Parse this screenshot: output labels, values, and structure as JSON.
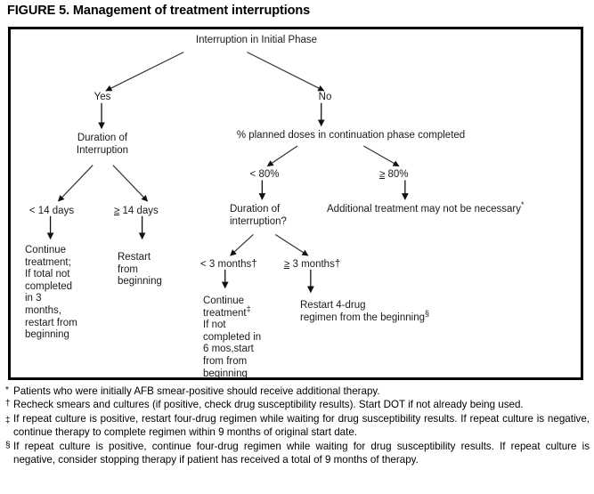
{
  "title": "FIGURE 5. Management of treatment interruptions",
  "flow": {
    "root": "Interruption in Initial Phase",
    "branch_yes": "Yes",
    "branch_no": "No",
    "left": {
      "decision": "Duration of\nInterruption",
      "opt_lt14": "< 14 days",
      "opt_ge14_sym": "≥",
      "opt_ge14": "14 days",
      "leaf_lt14": "Continue\ntreatment;\nIf total not\ncompleted\nin 3\nmonths,\nrestart from\nbeginning",
      "leaf_ge14": "Restart\nfrom\nbeginning"
    },
    "right": {
      "decision": "% planned doses in continuation phase completed",
      "opt_lt80": "< 80%",
      "opt_ge80_sym": "≥",
      "opt_ge80": "80%",
      "leaf_ge80": "Additional treatment may not be necessary",
      "leaf_ge80_mark": "*",
      "sub_decision": "Duration of\ninterruption?",
      "opt_lt3": "< 3 months",
      "opt_lt3_mark": "†",
      "opt_ge3_sym": "≥",
      "opt_ge3": "3 months",
      "opt_ge3_mark": "†",
      "leaf_lt3_a": "Continue",
      "leaf_lt3_b": "treatment",
      "leaf_lt3_mark": "‡",
      "leaf_lt3_c": "If not\ncompleted in\n6 mos,start\nfrom from\nbeginning",
      "leaf_ge3": "Restart 4-drug\nregimen from the beginning",
      "leaf_ge3_mark": "§"
    }
  },
  "footnotes": [
    {
      "mark": "*",
      "text": "Patients who were initially AFB smear-positive should receive additional therapy."
    },
    {
      "mark": "†",
      "text": "Recheck smears and cultures (if positive, check drug susceptibility results). Start DOT if not already being used."
    },
    {
      "mark": "‡",
      "text": "If repeat culture is positive, restart four-drug regimen while waiting for drug susceptibility results. If repeat culture is negative, continue therapy to complete regimen within 9 months of original start date."
    },
    {
      "mark": "§",
      "text": "If repeat culture is positive, continue four-drug regimen while waiting for drug susceptibility results. If repeat culture is negative, consider stopping therapy if patient has received a total of 9 months of therapy."
    }
  ],
  "colors": {
    "ink": "#000000",
    "text": "#1a1a1a",
    "background": "#ffffff"
  }
}
